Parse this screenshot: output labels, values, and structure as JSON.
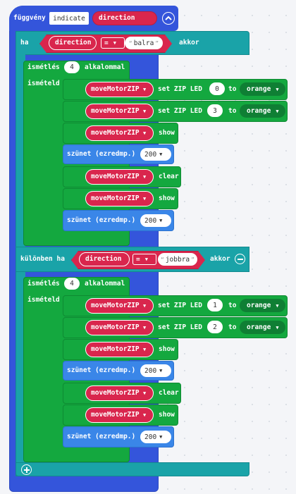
{
  "function": {
    "keyword": "függvény",
    "name": "indicate",
    "param": "direction",
    "collapse_icon": "chevron-up-icon",
    "add_icon": "plus-icon"
  },
  "if_block": {
    "if_keyword": "ha",
    "elseif_keyword": "különben ha",
    "then_keyword": "akkor",
    "variable": "direction",
    "operator": "=",
    "remove_icon": "minus-icon"
  },
  "branches": [
    {
      "compare_value": "balra",
      "repeat": {
        "keyword": "ismétlés",
        "count": "4",
        "suffix": "alkalommal",
        "do_keyword": "ismételd"
      },
      "led_rows": [
        {
          "strip": "moveMotorZIP",
          "action": "set ZIP LED",
          "index": "0",
          "to": "to",
          "color": "orange"
        },
        {
          "strip": "moveMotorZIP",
          "action": "set ZIP LED",
          "index": "3",
          "to": "to",
          "color": "orange"
        }
      ],
      "show_1": {
        "strip": "moveMotorZIP",
        "action": "show"
      },
      "pause_1": {
        "label": "szünet (ezredmp.)",
        "value": "200"
      },
      "clear": {
        "strip": "moveMotorZIP",
        "action": "clear"
      },
      "show_2": {
        "strip": "moveMotorZIP",
        "action": "show"
      },
      "pause_2": {
        "label": "szünet (ezredmp.)",
        "value": "200"
      }
    },
    {
      "compare_value": "jobbra",
      "repeat": {
        "keyword": "ismétlés",
        "count": "4",
        "suffix": "alkalommal",
        "do_keyword": "ismételd"
      },
      "led_rows": [
        {
          "strip": "moveMotorZIP",
          "action": "set ZIP LED",
          "index": "1",
          "to": "to",
          "color": "orange"
        },
        {
          "strip": "moveMotorZIP",
          "action": "set ZIP LED",
          "index": "2",
          "to": "to",
          "color": "orange"
        }
      ],
      "show_1": {
        "strip": "moveMotorZIP",
        "action": "show"
      },
      "pause_1": {
        "label": "szünet (ezredmp.)",
        "value": "200"
      },
      "clear": {
        "strip": "moveMotorZIP",
        "action": "clear"
      },
      "show_2": {
        "strip": "moveMotorZIP",
        "action": "show"
      },
      "pause_2": {
        "label": "szünet (ezredmp.)",
        "value": "200"
      }
    }
  ],
  "colors": {
    "function_block": "#3455db",
    "logic_block": "#1aa3a8",
    "loop_block": "#14a83f",
    "neopixel_block": "#14a83f",
    "basic_block": "#3a86e8",
    "variable_block": "#d9264d",
    "workspace": "#f4f5f8"
  }
}
